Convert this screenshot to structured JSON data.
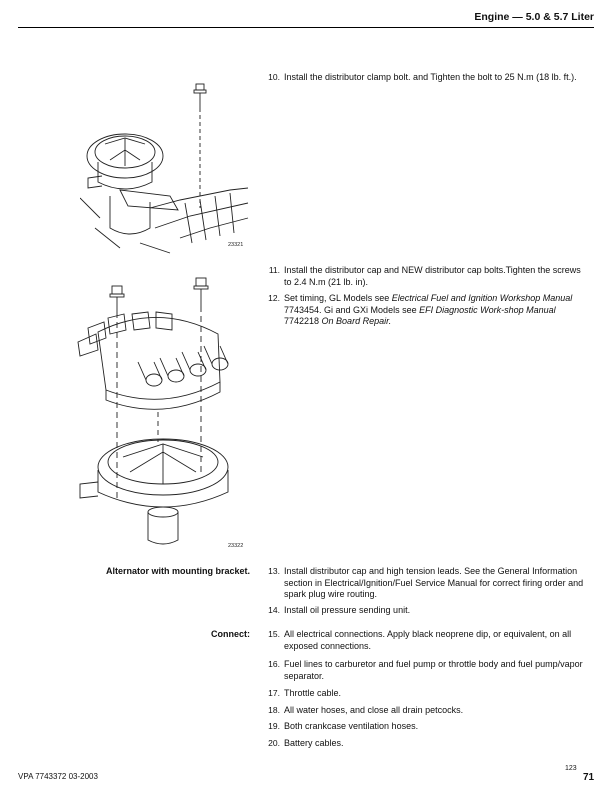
{
  "header": {
    "title": "Engine — 5.0 & 5.7 Liter"
  },
  "figures": {
    "fig1_number": "23321",
    "fig2_number": "23322"
  },
  "steps": [
    {
      "num": "10.",
      "text": "Install the distributor clamp bolt. and Tighten the bolt to 25 N.m (18 lb. ft.)."
    },
    {
      "num": "11.",
      "text": "Install the distributor cap and NEW distributor cap bolts.Tighten the screws to 2.4 N.m (21 lb. in)."
    },
    {
      "num": "12.",
      "a": "Set timing, GL Models see ",
      "b": "Electrical Fuel and Ignition Workshop Manual",
      "c": " 7743454. Gi and GXi Models see ",
      "d": "EFI Diagnostic Work-shop Manual",
      "e": " 7742218 ",
      "f": "On Board Repair."
    },
    {
      "num": "13.",
      "text": "Install distributor cap and high tension leads. See the General Information section in Electrical/Ignition/Fuel Service Manual for correct firing order and spark plug wire routing."
    },
    {
      "num": "14.",
      "text": "Install oil pressure sending unit."
    },
    {
      "num": "15.",
      "text": "All electrical connections. Apply black neoprene dip, or equivalent, on all exposed connections."
    },
    {
      "num": "16.",
      "text": "Fuel lines to carburetor and fuel pump or throttle body and fuel pump/vapor separator."
    },
    {
      "num": "17.",
      "text": "Throttle cable."
    },
    {
      "num": "18.",
      "text": "All water hoses, and close all drain petcocks."
    },
    {
      "num": "19.",
      "text": "Both crankcase ventilation hoses."
    },
    {
      "num": "20.",
      "text": "Battery cables."
    }
  ],
  "labels": {
    "alternator": "Alternator with mounting bracket.",
    "connect": "Connect:"
  },
  "footer": {
    "doc": "VPA 7743372 03-2003",
    "sub_page": "123",
    "page": "71"
  }
}
